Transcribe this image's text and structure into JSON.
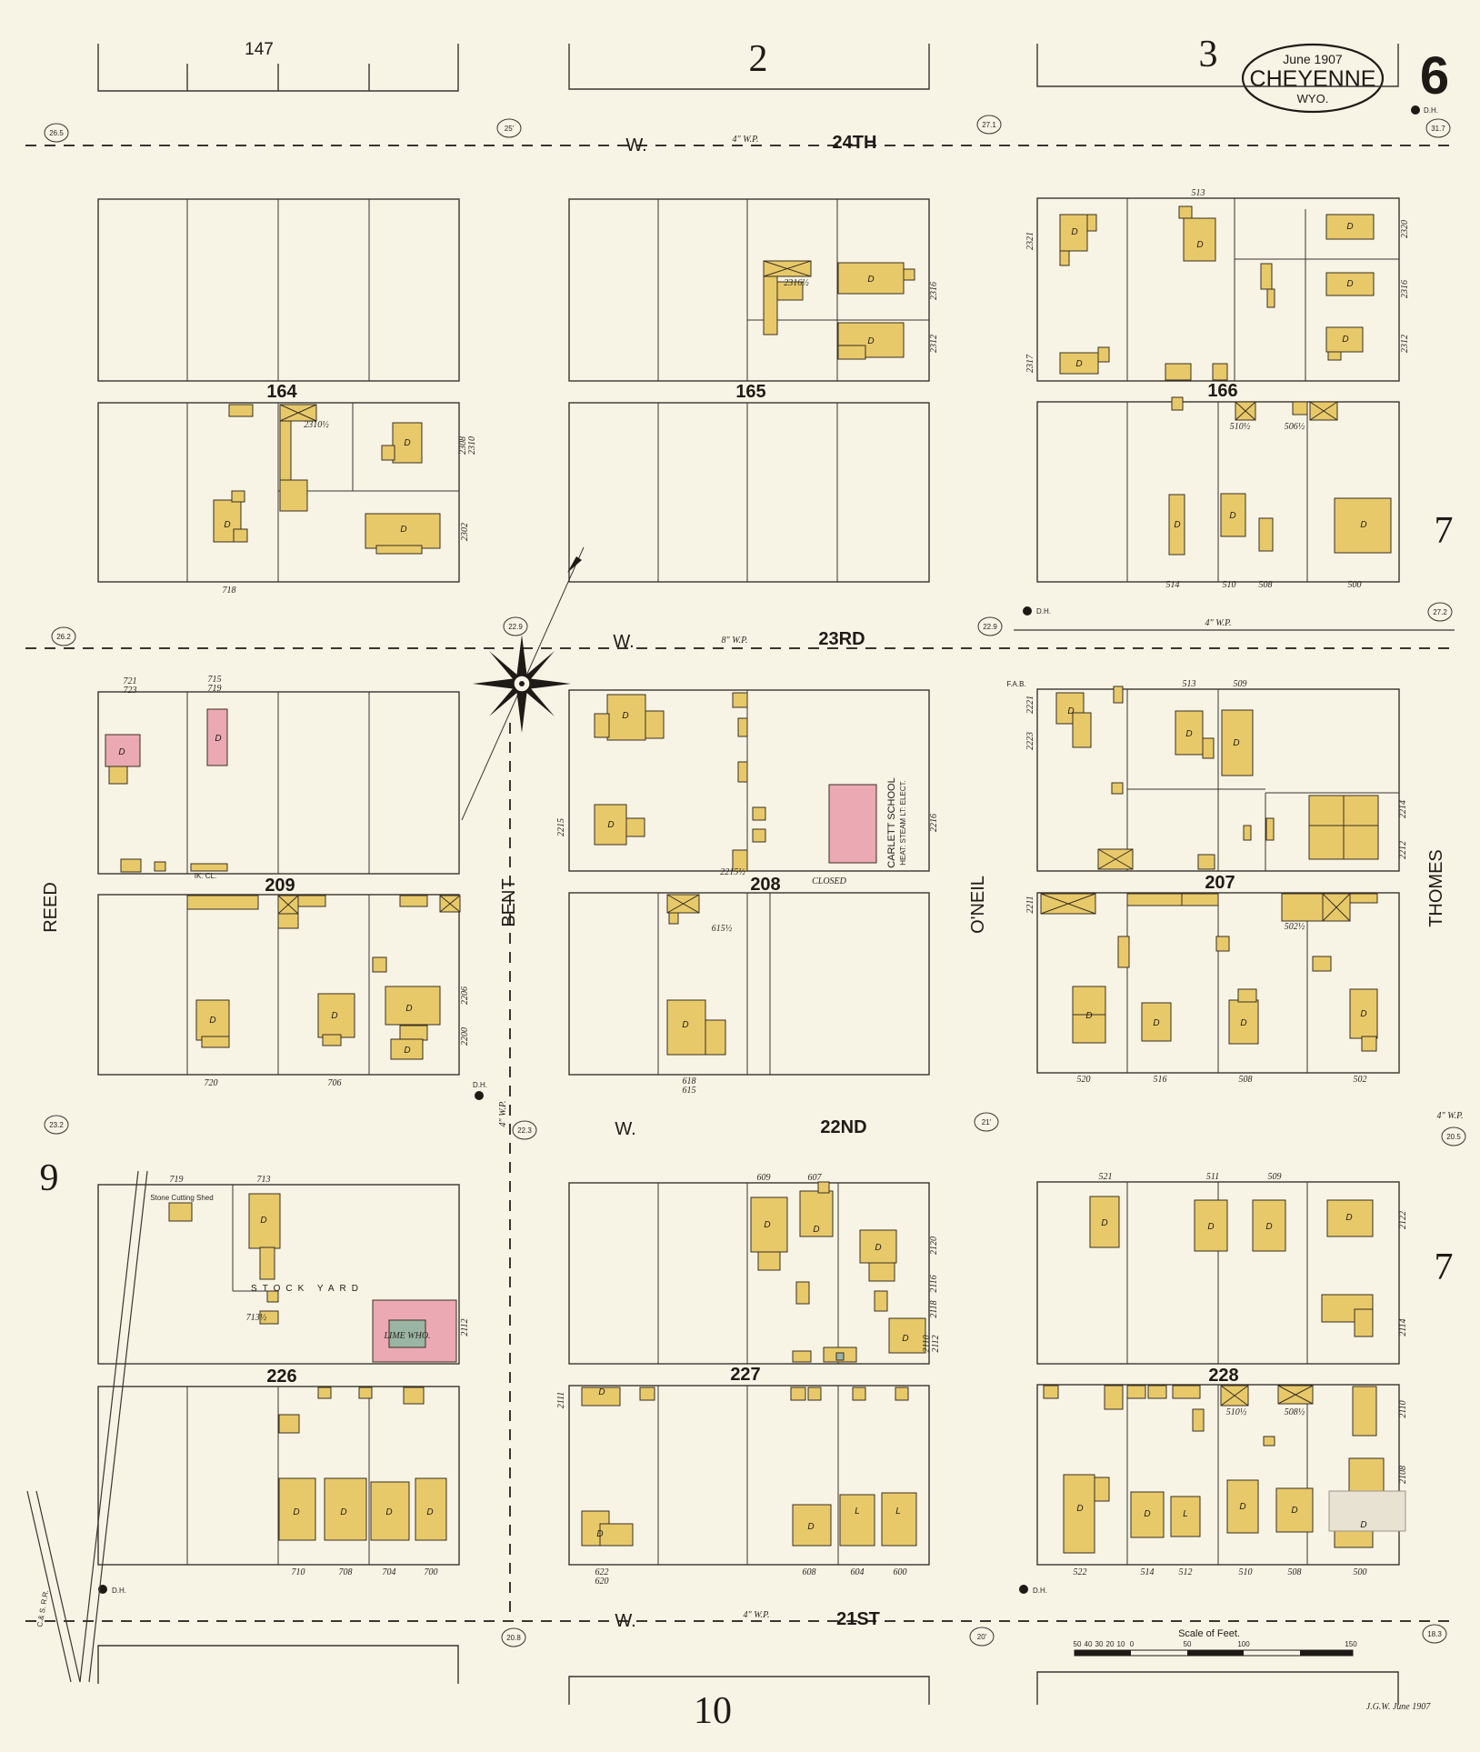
{
  "title": {
    "date": "June 1907",
    "city": "CHEYENNE",
    "state": "WYO.",
    "sheet_number": "6"
  },
  "adjacent_sheets": [
    "147",
    "2",
    "3",
    "7",
    "7",
    "9",
    "10"
  ],
  "streets": {
    "w24": {
      "prefix": "W.",
      "name": "24TH",
      "pipe": "4\" W.P."
    },
    "w23": {
      "prefix": "W.",
      "name": "23RD",
      "pipe": "8\" W.P."
    },
    "w23_east_pipe": "4\" W.P.",
    "w22": {
      "prefix": "W.",
      "name": "22ND",
      "pipe": "4\" W.P."
    },
    "w21": {
      "prefix": "W.",
      "name": "21ST",
      "pipe": "4\" W.P."
    },
    "reed": "REED",
    "bent": "BENT",
    "oneil": "O'NEIL",
    "thomes": "THOMES",
    "bent_pipe": "4\" W.P."
  },
  "blocks": [
    "164",
    "165",
    "166",
    "209",
    "208",
    "207",
    "226",
    "227",
    "228"
  ],
  "elevations": [
    "26.5",
    "25'",
    "27.1",
    "31.7",
    "26.2",
    "22.9",
    "22.9",
    "27.2",
    "23.2",
    "22.3",
    "21'",
    "20.5",
    "20.8",
    "20'",
    "18.3"
  ],
  "labels": {
    "school": "CARLETT SCHOOL",
    "school_sub": "HEAT: STEAM  LT: ELECT.",
    "closed": "CLOSED",
    "stock_yard": "STOCK YARD",
    "lime": "LIME WHO.",
    "stone": "Stone Cutting Shed",
    "fab": "F.A.B.",
    "ice": "IK. CL.",
    "dh": "D.H.",
    "rr": "C.& S. R.R.",
    "scale_title": "Scale of Feet.",
    "scale_ticks": [
      "50",
      "40",
      "30",
      "20",
      "10",
      "0",
      "50",
      "100",
      "150"
    ],
    "surveyor": "J.G.W. June 1907",
    "d": "D",
    "l": "L"
  },
  "addresses": {
    "b164": [
      "2310½",
      "2308",
      "2310",
      "2302",
      "718"
    ],
    "b165": [
      "2316½",
      "2316",
      "2312"
    ],
    "b166": [
      "513",
      "2321",
      "2317",
      "2320",
      "2316",
      "2312",
      "510½",
      "506½",
      "514",
      "510",
      "508",
      "500"
    ],
    "b209": [
      "721",
      "723",
      "715",
      "719",
      "720",
      "706",
      "2200",
      "2206"
    ],
    "b208": [
      "2215",
      "2215½",
      "2216",
      "615½",
      "618",
      "615"
    ],
    "b207": [
      "513",
      "509",
      "2221",
      "2223",
      "2214",
      "2212",
      "2211",
      "502½",
      "520",
      "516",
      "508",
      "502"
    ],
    "b226": [
      "719",
      "713",
      "713½",
      "2112",
      "710",
      "708",
      "704",
      "700"
    ],
    "b227": [
      "609",
      "607",
      "2120",
      "2116",
      "2118",
      "2110",
      "2112",
      "2111",
      "622",
      "620",
      "608",
      "604",
      "600"
    ],
    "b228": [
      "521",
      "511",
      "509",
      "2122",
      "2114",
      "2110",
      "2108",
      "510½",
      "508½",
      "522",
      "514",
      "512",
      "510",
      "508",
      "500"
    ]
  },
  "colors": {
    "paper": "#f7f4e6",
    "frame_dwelling": "#e8c96a",
    "brick": "#eba9b4",
    "stone": "#9bb5a4",
    "ink": "#1e1a16"
  },
  "icons": [
    "compass-rose-icon",
    "hydrant-icon"
  ]
}
